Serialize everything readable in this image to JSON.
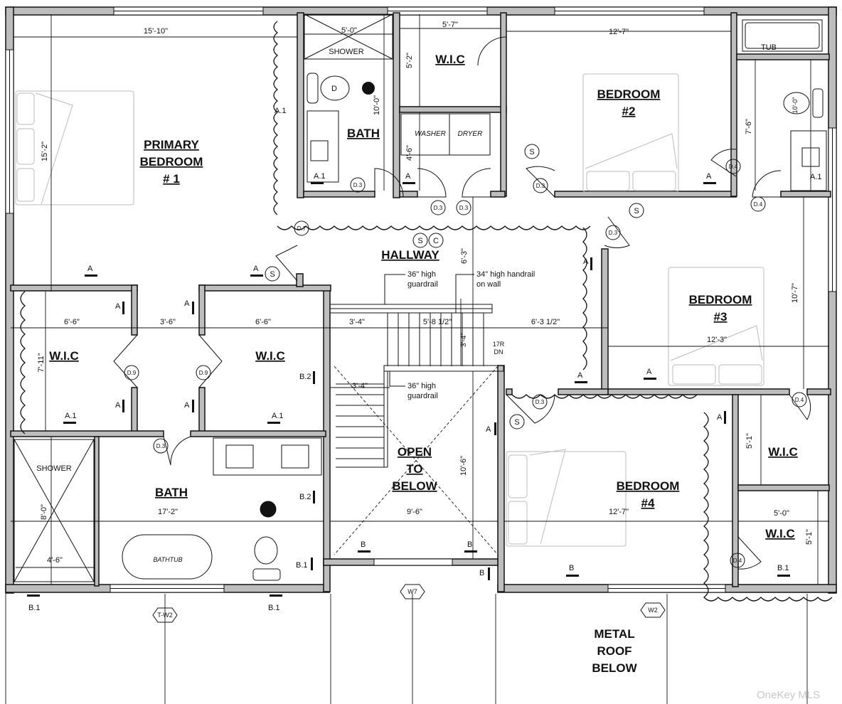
{
  "rooms": {
    "primary_bedroom": [
      "PRIMARY",
      "BEDROOM",
      "# 1"
    ],
    "bath_upper": "BATH",
    "wic_upper": "W.I.C",
    "bedroom2": [
      "BEDROOM",
      "#2"
    ],
    "hallway": "HALLWAY",
    "bedroom3": [
      "BEDROOM",
      "#3"
    ],
    "wic_left": "W.I.C",
    "wic_mid": "W.I.C",
    "bath_lower": "BATH",
    "open_below": [
      "OPEN",
      "TO",
      "BELOW"
    ],
    "bedroom4": [
      "BEDROOM",
      "#4"
    ],
    "wic_right1": "W.I.C",
    "wic_right2": "W.I.C",
    "metal_roof": [
      "METAL",
      "ROOF",
      "BELOW"
    ]
  },
  "fixtures": {
    "shower_upper": "SHOWER",
    "tub": "TUB",
    "washer": "WASHER",
    "dryer": "DRYER",
    "shower_lower": "SHOWER",
    "bathtub": "BATHTUB"
  },
  "dimensions": {
    "d_15_10": "15'-10\"",
    "d_15_2": "15'-2\"",
    "d_5_0_shower": "5'-0\"",
    "d_5_7": "5'-7\"",
    "d_5_2": "5'-2\"",
    "d_12_7_top": "12'-7\"",
    "d_10_0": "10'-0\"",
    "d_4_6_laundry": "4'-6\"",
    "d_7_6": "7'-6\"",
    "d_10_0_small": "10'-0\"",
    "d_6_3": "6'-3\"",
    "d_6_6_left": "6'-6\"",
    "d_3_6": "3'-6\"",
    "d_6_6_right": "6'-6\"",
    "d_7_11": "7'-11\"",
    "d_3_4_upper": "3'-4\"",
    "d_5_8_half": "5'-8 1/2\"",
    "d_3_4_vert": "3'-4\"",
    "d_6_3_half": "6'-3 1/2\"",
    "d_10_7": "10'-7\"",
    "d_12_3": "12'-3\"",
    "d_3_4_lower": "3'-4\"",
    "d_10_6": "10'-6\"",
    "d_8_0": "8'-0\"",
    "d_17_2": "17'-2\"",
    "d_4_6_shower": "4'-6\"",
    "d_9_6": "9'-6\"",
    "d_12_7_bed4": "12'-7\"",
    "d_5_1_a": "5'-1\"",
    "d_5_0_b": "5'-0\"",
    "d_5_1_b": "5'-1\""
  },
  "notes": {
    "guardrail_top": [
      "36\" high",
      "guardrail"
    ],
    "handrail": [
      "34\" high handrail",
      "on wall"
    ],
    "stairs": [
      "17R",
      "DN"
    ],
    "guardrail_bottom": [
      "36\" high",
      "guardrail"
    ]
  },
  "tags": {
    "A": "A",
    "A1": "A.1",
    "B": "B",
    "B1": "B.1",
    "B2": "B.2",
    "D3": "D.3",
    "D4": "D.4",
    "D7": "D.7",
    "D9": "D.9",
    "S": "S",
    "C": "C",
    "D": "D",
    "W7": "W7",
    "W2": "W2",
    "TW2": "T-W2"
  },
  "watermark": "OneKey MLS"
}
